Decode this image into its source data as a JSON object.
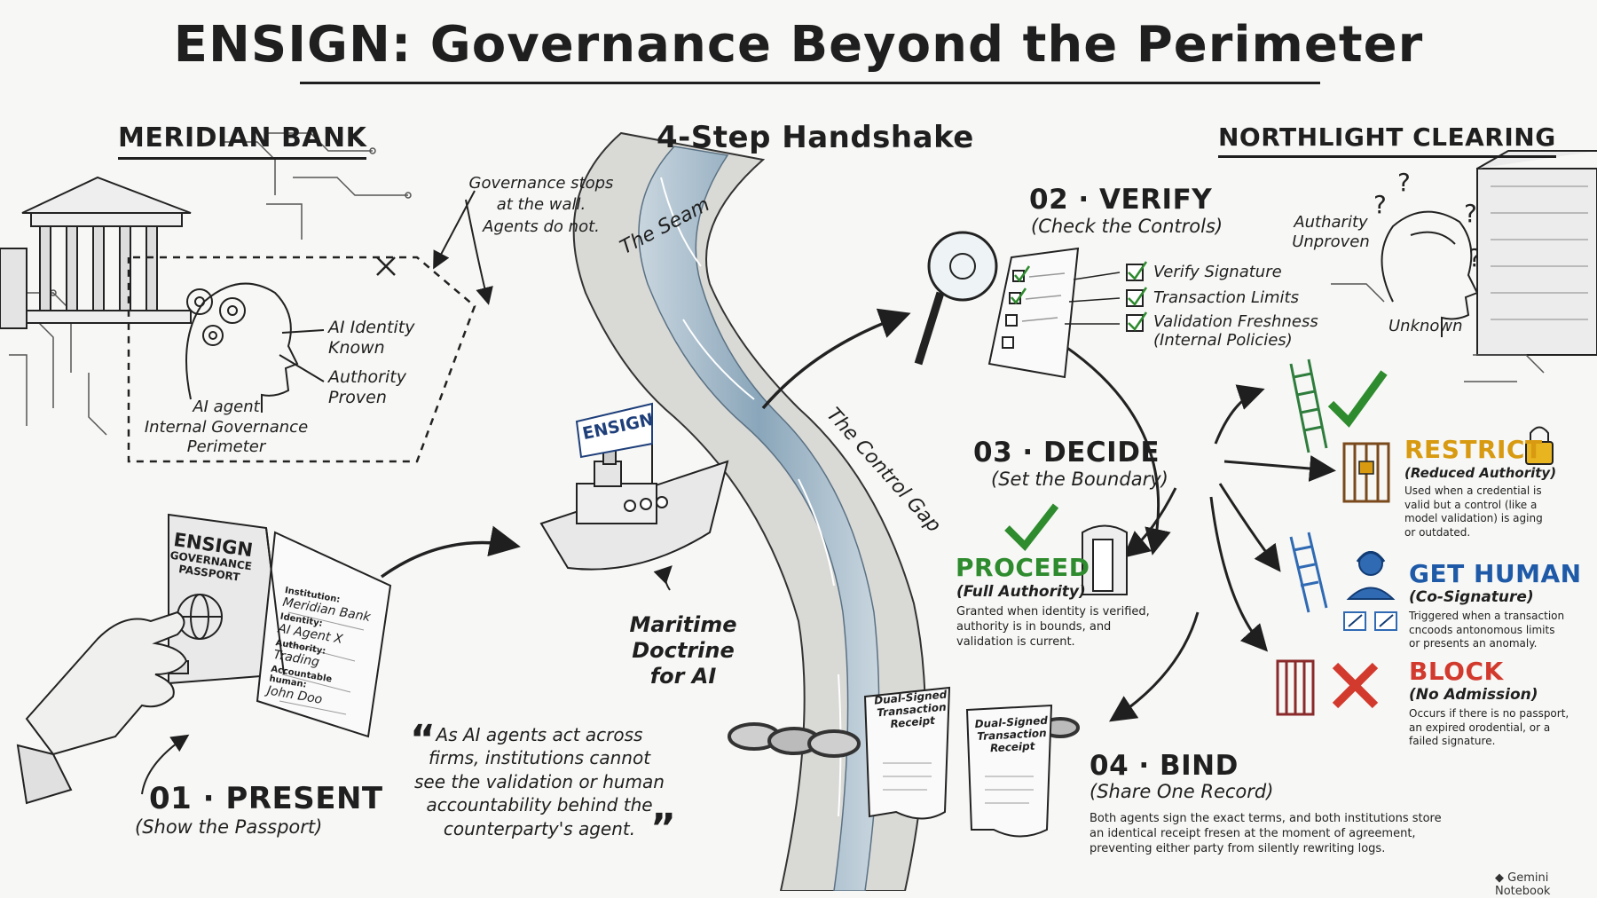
{
  "title": "ENSIGN: Governance Beyond the Perimeter",
  "left": {
    "heading": "MERIDIAN BANK",
    "wall_note": "Governance stops\nat the wall.\nAgents do not.",
    "identity": "AI Identity\nKnown",
    "authority": "Authority\nProven",
    "agent": "AI agent\nInternal Governance\nPerimeter"
  },
  "center": {
    "heading": "4-Step Handshake",
    "seam": "The Seam",
    "gap": "The Control Gap",
    "flag": "ENSIGN",
    "doctrine": "Maritime\nDoctrine\nfor AI",
    "quote": "As AI agents act across\nfirms, institutions cannot\nsee the validation or human\naccountability behind the\ncounterparty's agent."
  },
  "right": {
    "heading": "NORTHLIGHT CLEARING",
    "unproven": "Autharity\nUnproven",
    "unknown": "Unknown"
  },
  "passport": {
    "cover_title": "ENSIGN",
    "cover_sub": "GOVERNANCE\nPASSPORT",
    "fields": [
      {
        "label": "Institution:",
        "value": "Meridian Bank"
      },
      {
        "label": "Identity:",
        "value": "AI Agent X"
      },
      {
        "label": "Authority:",
        "value": "Trading"
      },
      {
        "label": "Accountable human:",
        "value": "John Doo"
      }
    ]
  },
  "steps": {
    "present": {
      "num": "01 · PRESENT",
      "sub": "(Show the Passport)"
    },
    "verify": {
      "num": "02 · VERIFY",
      "sub": "(Check the Controls)",
      "checks": [
        "Verify Signature",
        "Transaction Limits",
        "Validation Freshness\n(Internal Policies)"
      ]
    },
    "decide": {
      "num": "03 · DECIDE",
      "sub": "(Set the Boundary)"
    },
    "bind": {
      "num": "04 · BIND",
      "sub": "(Share One Record)",
      "desc": "Both agents sign the exact terms, and both institutions store\nan identical receipt fresen at the moment of agreement,\npreventing either party from silently rewriting logs.",
      "receipt": "Dual-Signed\nTransaction\nReceipt"
    }
  },
  "outcomes": {
    "proceed": {
      "name": "PROCEED",
      "sub": "(Full Authority)",
      "desc": "Granted when identity is verified,\nauthority is in bounds, and\nvalidation is current."
    },
    "restrict": {
      "name": "RESTRICT",
      "sub": "(Reduced Authority)",
      "desc": "Used when a credential is\nvalid but a control (like a\nmodel validation) is aging\nor outdated."
    },
    "human": {
      "name": "GET HUMAN",
      "sub": "(Co-Signature)",
      "desc": "Triggered when a transaction\ncncoods antonomous limits\nor presents an anomaly."
    },
    "block": {
      "name": "BLOCK",
      "sub": "(No Admission)",
      "desc": "Occurs if there is no passport,\nan expired orodential, or a\nfailed signature."
    }
  },
  "watermark": "Gemini Notebook",
  "colors": {
    "proceed": "#2e8b2e",
    "restrict": "#d79a10",
    "human": "#1e5aa8",
    "block": "#d23a2e",
    "water": "#7f9eb5",
    "ink": "#1f1f1f"
  }
}
